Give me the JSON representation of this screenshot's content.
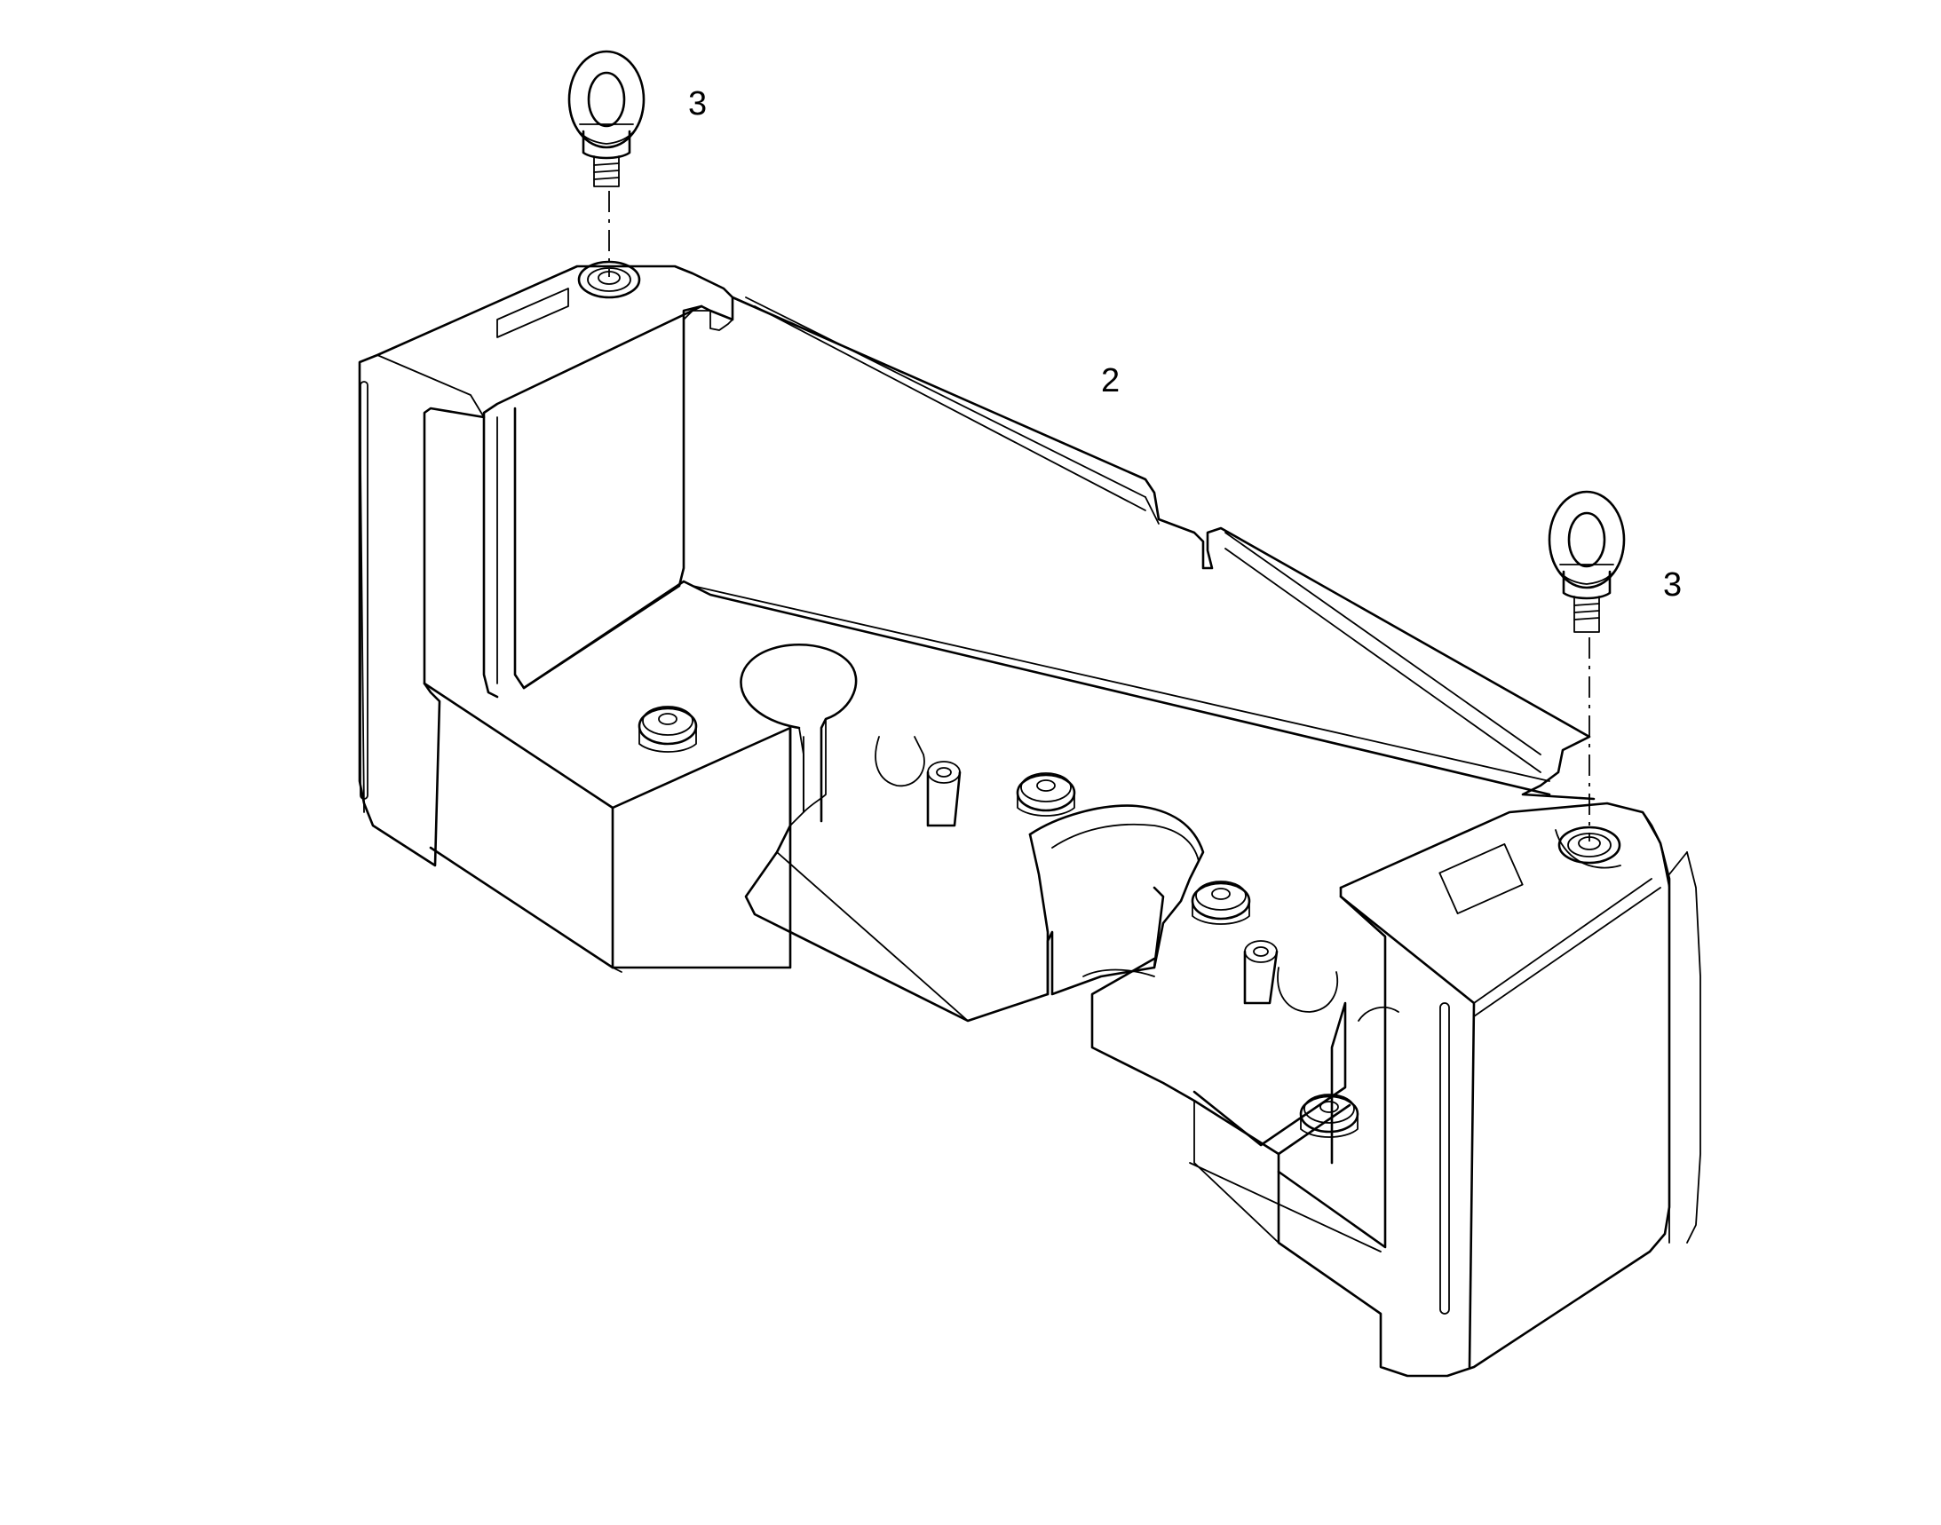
{
  "figure": {
    "callouts": {
      "eyebolt_left": "3",
      "weight_body": "2",
      "eyebolt_right": "3"
    }
  },
  "colors": {
    "line": "#000000",
    "background": "#ffffff"
  }
}
